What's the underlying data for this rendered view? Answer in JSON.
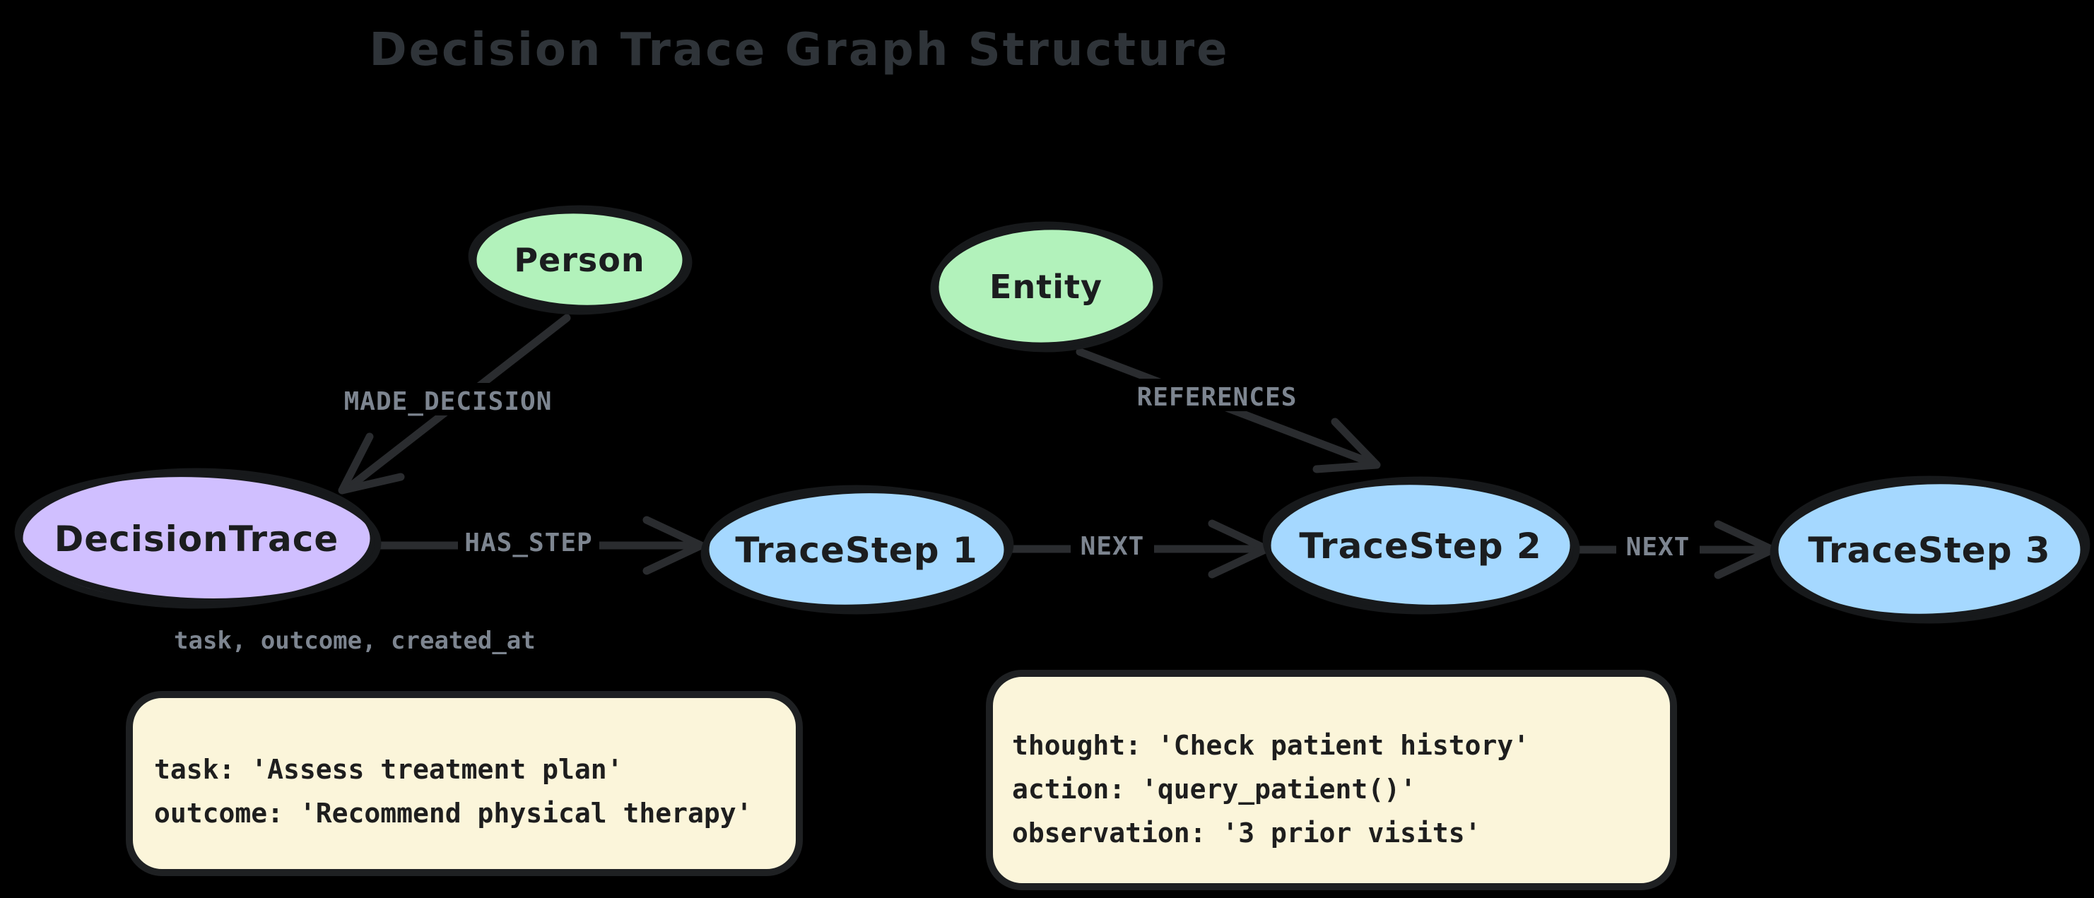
{
  "title": "Decision Trace Graph Structure",
  "colors": {
    "background": "#000000",
    "node_green": "#b2f2bb",
    "node_purple": "#d0bfff",
    "node_blue": "#a5d8ff",
    "node_stroke": "#17191b",
    "edge_line": "#2a2c2f",
    "edge_label": "#7d8590",
    "note_fill": "#fbf5da",
    "note_stroke": "#1e2022",
    "note_text": "#1e1e1e",
    "title_text": "#2f3439"
  },
  "nodes": [
    {
      "id": "person",
      "label": "Person",
      "type": "entity-label"
    },
    {
      "id": "entity",
      "label": "Entity",
      "type": "entity-label"
    },
    {
      "id": "decision-trace",
      "label": "DecisionTrace",
      "type": "trace"
    },
    {
      "id": "trace-step-1",
      "label": "TraceStep 1",
      "type": "step"
    },
    {
      "id": "trace-step-2",
      "label": "TraceStep 2",
      "type": "step"
    },
    {
      "id": "trace-step-3",
      "label": "TraceStep 3",
      "type": "step"
    }
  ],
  "edges": [
    {
      "from": "person",
      "to": "decision-trace",
      "label": "MADE_DECISION"
    },
    {
      "from": "entity",
      "to": "trace-step-2",
      "label": "REFERENCES"
    },
    {
      "from": "decision-trace",
      "to": "trace-step-1",
      "label": "HAS_STEP"
    },
    {
      "from": "trace-step-1",
      "to": "trace-step-2",
      "label": "NEXT"
    },
    {
      "from": "trace-step-2",
      "to": "trace-step-3",
      "label": "NEXT"
    }
  ],
  "decision_trace_properties": "task, outcome, created_at",
  "notes": [
    {
      "attached_to": "decision-trace",
      "lines": [
        "task: 'Assess treatment plan'",
        "outcome: 'Recommend physical therapy'"
      ]
    },
    {
      "attached_to": "trace-step-2",
      "lines": [
        "thought: 'Check patient history'",
        "action: 'query_patient()'",
        "observation: '3 prior visits'"
      ]
    }
  ]
}
